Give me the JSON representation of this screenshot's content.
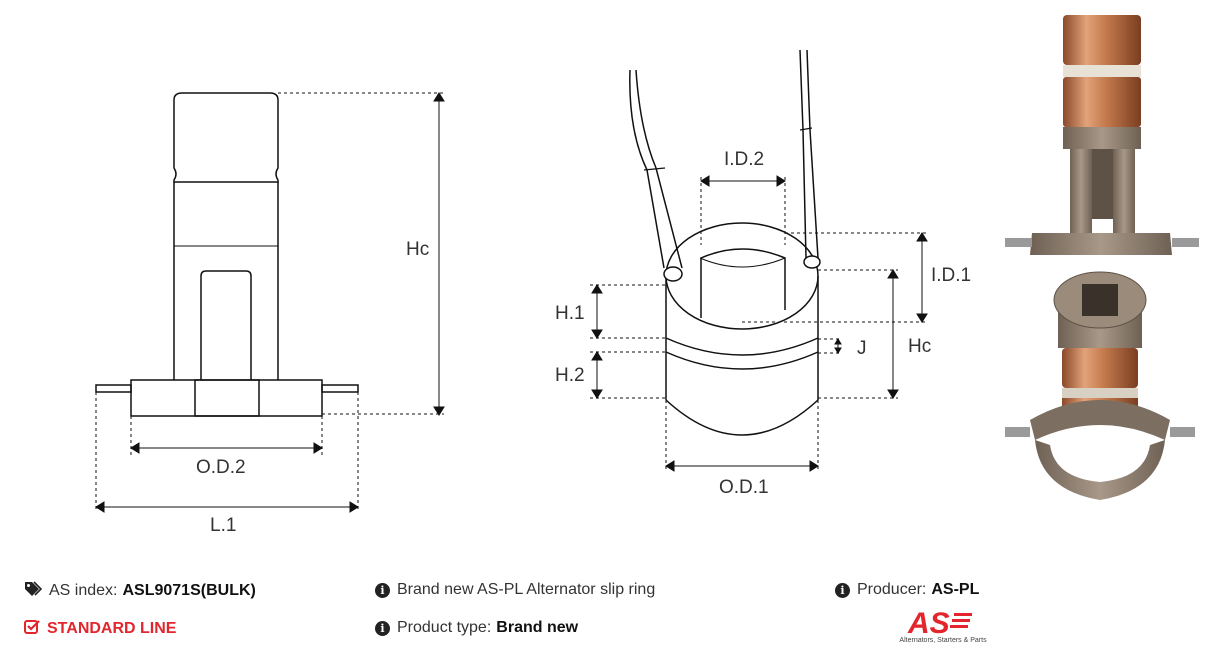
{
  "diagram_labels": {
    "hc_left": "Hc",
    "od2": "O.D.2",
    "l1": "L.1",
    "id2": "I.D.2",
    "id1": "I.D.1",
    "h1": "H.1",
    "h2": "H.2",
    "j": "J",
    "hc_mid": "Hc",
    "od1": "O.D.1"
  },
  "info": {
    "as_index_label": "AS index:",
    "as_index_value": "ASL9071S(BULK)",
    "standard_line": "STANDARD LINE",
    "description": "Brand new AS-PL Alternator slip ring",
    "product_type_label": "Product type:",
    "product_type_value": "Brand new",
    "producer_label": "Producer:",
    "producer_value": "AS-PL"
  },
  "logo": {
    "mark": "AS",
    "tagline": "Alternators, Starters & Parts"
  },
  "colors": {
    "accent_red": "#e3262d",
    "copper": "#c87a4a",
    "housing": "#8c7d6e"
  },
  "icons": {
    "tags": "tags-icon",
    "check": "check-square-icon",
    "info": "info-circle-icon"
  }
}
